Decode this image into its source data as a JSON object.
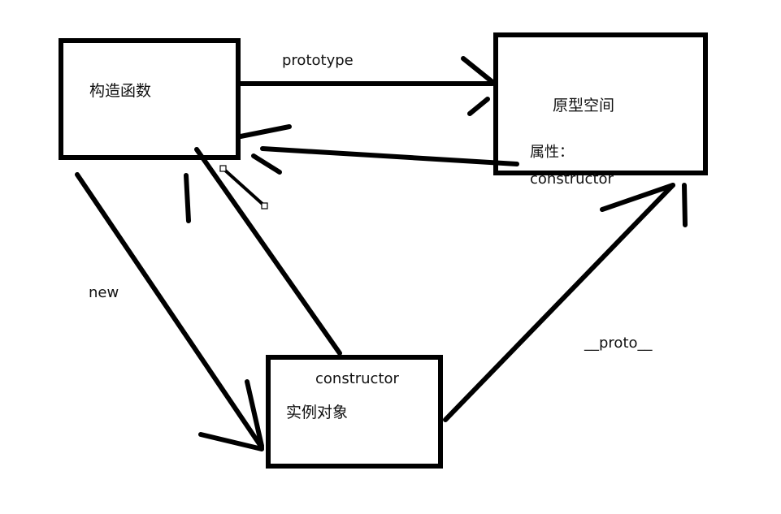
{
  "diagram": {
    "nodes": {
      "constructor_fn": {
        "label": "构造函数"
      },
      "prototype_space": {
        "label": "原型空间",
        "attr_label": "属性：",
        "attr_value": "constructor"
      },
      "instance": {
        "label": "实例对象",
        "top_label": "constructor"
      }
    },
    "edges": {
      "prototype": {
        "label": "prototype"
      },
      "new": {
        "label": "new"
      },
      "proto": {
        "label": "__proto__"
      }
    }
  }
}
